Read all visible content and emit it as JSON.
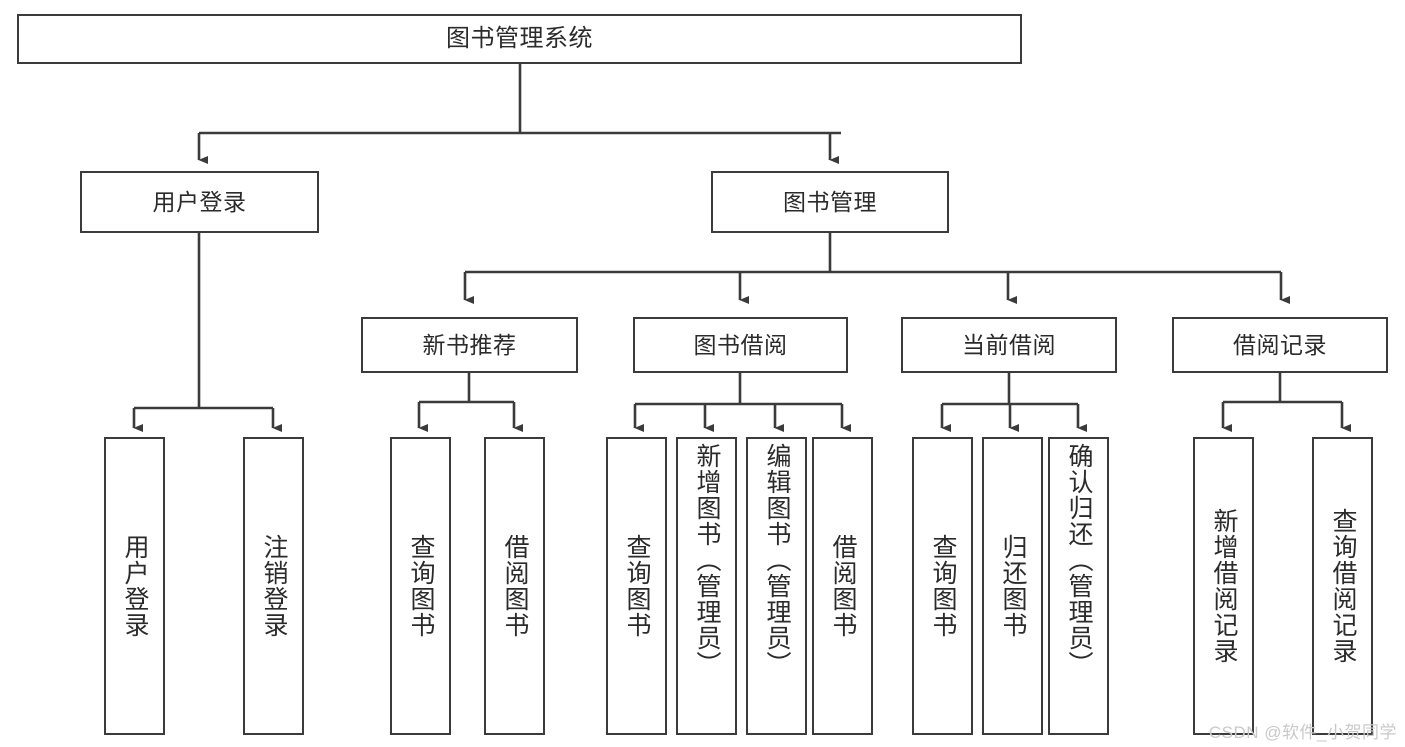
{
  "diagram": {
    "type": "tree",
    "title": "图书管理系统",
    "watermark": "CSDN @软件_小贺同学",
    "colors": {
      "box_border": "#3b3b3b",
      "box_fill": "#ffffff",
      "connector": "#3b3b3b",
      "text": "#2b2b2b",
      "watermark": "#c9c9c9",
      "background": "#ffffff"
    },
    "root": {
      "label": "图书管理系统"
    },
    "level1": [
      {
        "label": "用户登录"
      },
      {
        "label": "图书管理"
      }
    ],
    "level2": [
      {
        "label": "新书推荐"
      },
      {
        "label": "图书借阅"
      },
      {
        "label": "当前借阅"
      },
      {
        "label": "借阅记录"
      }
    ],
    "leaves": {
      "user_login": [
        {
          "label": "用户登录"
        },
        {
          "label": "注销登录"
        }
      ],
      "new_book": [
        {
          "label": "查询图书"
        },
        {
          "label": "借阅图书"
        }
      ],
      "book_borrow": [
        {
          "label": "查询图书"
        },
        {
          "label": "新增图书（管理员）"
        },
        {
          "label": "编辑图书（管理员）"
        },
        {
          "label": "借阅图书"
        }
      ],
      "current_borrow": [
        {
          "label": "查询图书"
        },
        {
          "label": "归还图书"
        },
        {
          "label": "确认归还（管理员）"
        }
      ],
      "borrow_record": [
        {
          "label": "新增借阅记录"
        },
        {
          "label": "查询借阅记录"
        }
      ]
    }
  }
}
